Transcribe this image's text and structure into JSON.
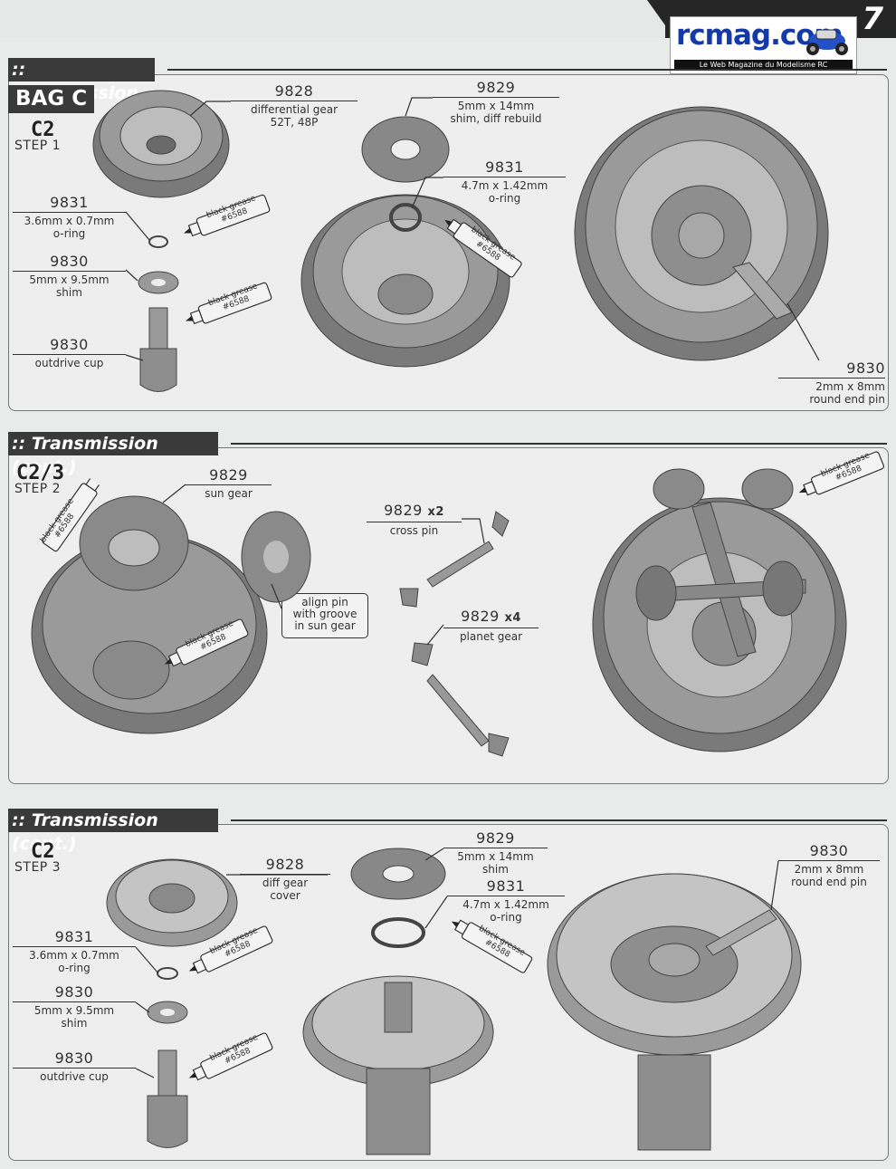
{
  "page_number": "7",
  "logo": {
    "text": "rcmag.com",
    "subtitle": "Le Web Magazine du Modelisme RC"
  },
  "sections": [
    {
      "title": ":: Transmission",
      "bag": "BAG C",
      "step_id": "C2",
      "step_label": "STEP 1",
      "callouts": [
        {
          "num": "9828",
          "lines": [
            "differential gear",
            "52T, 48P"
          ]
        },
        {
          "num": "9829",
          "lines": [
            "5mm x 14mm",
            "shim, diff rebuild"
          ]
        },
        {
          "num": "9831",
          "lines": [
            "4.7m x 1.42mm",
            "o-ring"
          ]
        },
        {
          "num": "9831",
          "lines": [
            "3.6mm x 0.7mm",
            "o-ring"
          ]
        },
        {
          "num": "9830",
          "lines": [
            "5mm x 9.5mm",
            "shim"
          ]
        },
        {
          "num": "9830",
          "lines": [
            "outdrive cup"
          ]
        },
        {
          "num": "9830",
          "lines": [
            "2mm x 8mm",
            "round end pin"
          ]
        }
      ],
      "grease_tubes": [
        {
          "line1": "black grease",
          "line2": "#6588"
        },
        {
          "line1": "black grease",
          "line2": "#6588"
        },
        {
          "line1": "black grease",
          "line2": "#6588"
        }
      ]
    },
    {
      "title": ":: Transmission (cont.)",
      "step_id": "C2/3",
      "step_label": "STEP 2",
      "callouts": [
        {
          "num": "9829",
          "lines": [
            "sun gear"
          ]
        },
        {
          "num": "9829",
          "qty": "x2",
          "lines": [
            "cross pin"
          ]
        },
        {
          "num": "9829",
          "qty": "x4",
          "lines": [
            "planet gear"
          ]
        }
      ],
      "note": [
        "align pin",
        "with groove",
        "in sun gear"
      ],
      "grease_tubes": [
        {
          "line1": "black grease",
          "line2": "#6588"
        },
        {
          "line1": "black grease",
          "line2": "#6588"
        },
        {
          "line1": "black grease",
          "line2": "#6588"
        }
      ]
    },
    {
      "title": ":: Transmission (cont.)",
      "step_id": "C2",
      "step_label": "STEP 3",
      "callouts": [
        {
          "num": "9828",
          "lines": [
            "diff gear",
            "cover"
          ]
        },
        {
          "num": "9829",
          "lines": [
            "5mm x 14mm",
            "shim"
          ]
        },
        {
          "num": "9831",
          "lines": [
            "4.7m x 1.42mm",
            "o-ring"
          ]
        },
        {
          "num": "9830",
          "lines": [
            "2mm x 8mm",
            "round end pin"
          ]
        },
        {
          "num": "9831",
          "lines": [
            "3.6mm x 0.7mm",
            "o-ring"
          ]
        },
        {
          "num": "9830",
          "lines": [
            "5mm x 9.5mm",
            "shim"
          ]
        },
        {
          "num": "9830",
          "lines": [
            "outdrive cup"
          ]
        }
      ],
      "grease_tubes": [
        {
          "line1": "black grease",
          "line2": "#6588"
        },
        {
          "line1": "black grease",
          "line2": "#6588"
        },
        {
          "line1": "black grease",
          "line2": "#6588"
        }
      ]
    }
  ],
  "colors": {
    "part_fill": "#8e8e8e",
    "part_dark": "#6a6a6a",
    "part_light": "#bdbdbd",
    "panel_bg": "#eeeeee",
    "logo_blue": "#143aa8"
  }
}
